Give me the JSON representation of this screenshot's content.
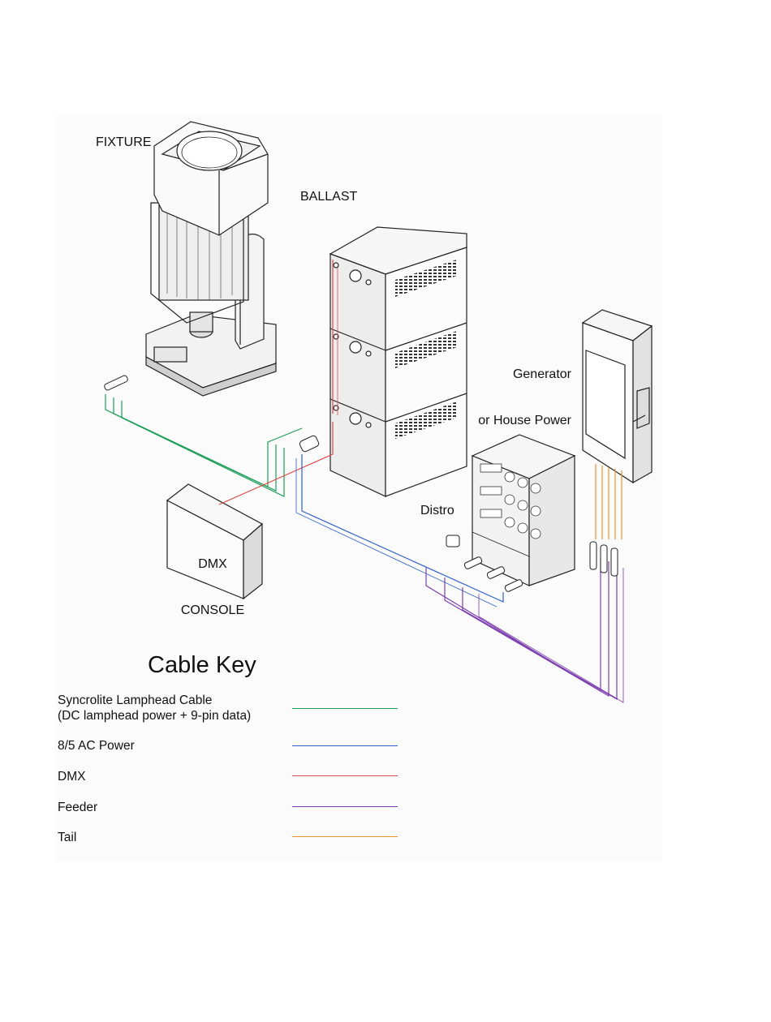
{
  "labels": {
    "fixture": "FIXTURE",
    "ballast": "BALLAST",
    "generator_line1": "Generator",
    "generator_line2": "or House Power",
    "distro": "Distro",
    "dmx_console_line1": "DMX",
    "dmx_console_line2": "CONSOLE"
  },
  "cable_key": {
    "title": "Cable Key",
    "items": [
      {
        "label_line1": "Syncrolite Lamphead Cable",
        "label_line2": "(DC lamphead power + 9-pin data)",
        "color": "#1f9e5a"
      },
      {
        "label_line1": "8/5 AC Power",
        "label_line2": "",
        "color": "#2f5fc9"
      },
      {
        "label_line1": "DMX",
        "label_line2": "",
        "color": "#e04a4a"
      },
      {
        "label_line1": "Feeder",
        "label_line2": "",
        "color": "#7e3fb0"
      },
      {
        "label_line1": "Tail",
        "label_line2": "",
        "color": "#e8912e"
      }
    ]
  }
}
